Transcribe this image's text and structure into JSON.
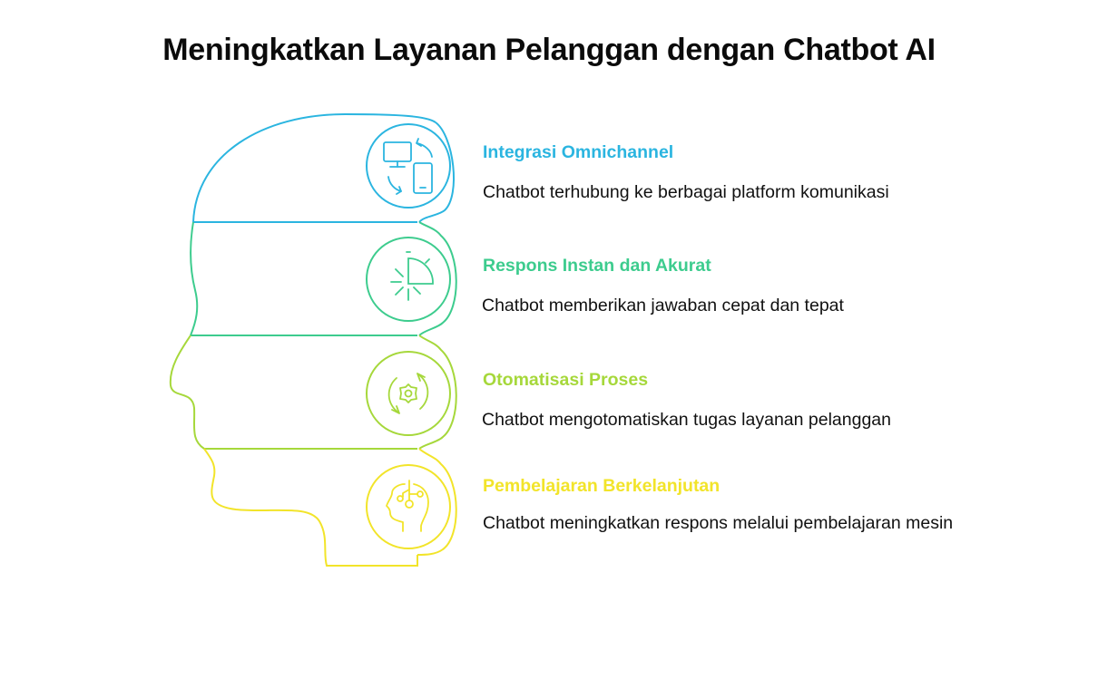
{
  "title": "Meningkatkan Layanan Pelanggan dengan Chatbot AI",
  "colors": {
    "item1": "#2bb5e0",
    "item2": "#3dcc8e",
    "item3": "#a6d83b",
    "item4": "#f2e42a"
  },
  "items": [
    {
      "title": "Integrasi Omnichannel",
      "description": "Chatbot terhubung ke berbagai platform komunikasi",
      "icon": "devices-sync-icon"
    },
    {
      "title": "Respons Instan dan Akurat",
      "description": "Chatbot memberikan jawaban cepat dan tepat",
      "icon": "stopwatch-icon"
    },
    {
      "title": "Otomatisasi Proses",
      "description": "Chatbot mengotomatiskan tugas layanan pelanggan",
      "icon": "gear-cycle-icon"
    },
    {
      "title": "Pembelajaran Berkelanjutan",
      "description": "Chatbot meningkatkan respons melalui pembelajaran mesin",
      "icon": "brain-head-icon"
    }
  ]
}
